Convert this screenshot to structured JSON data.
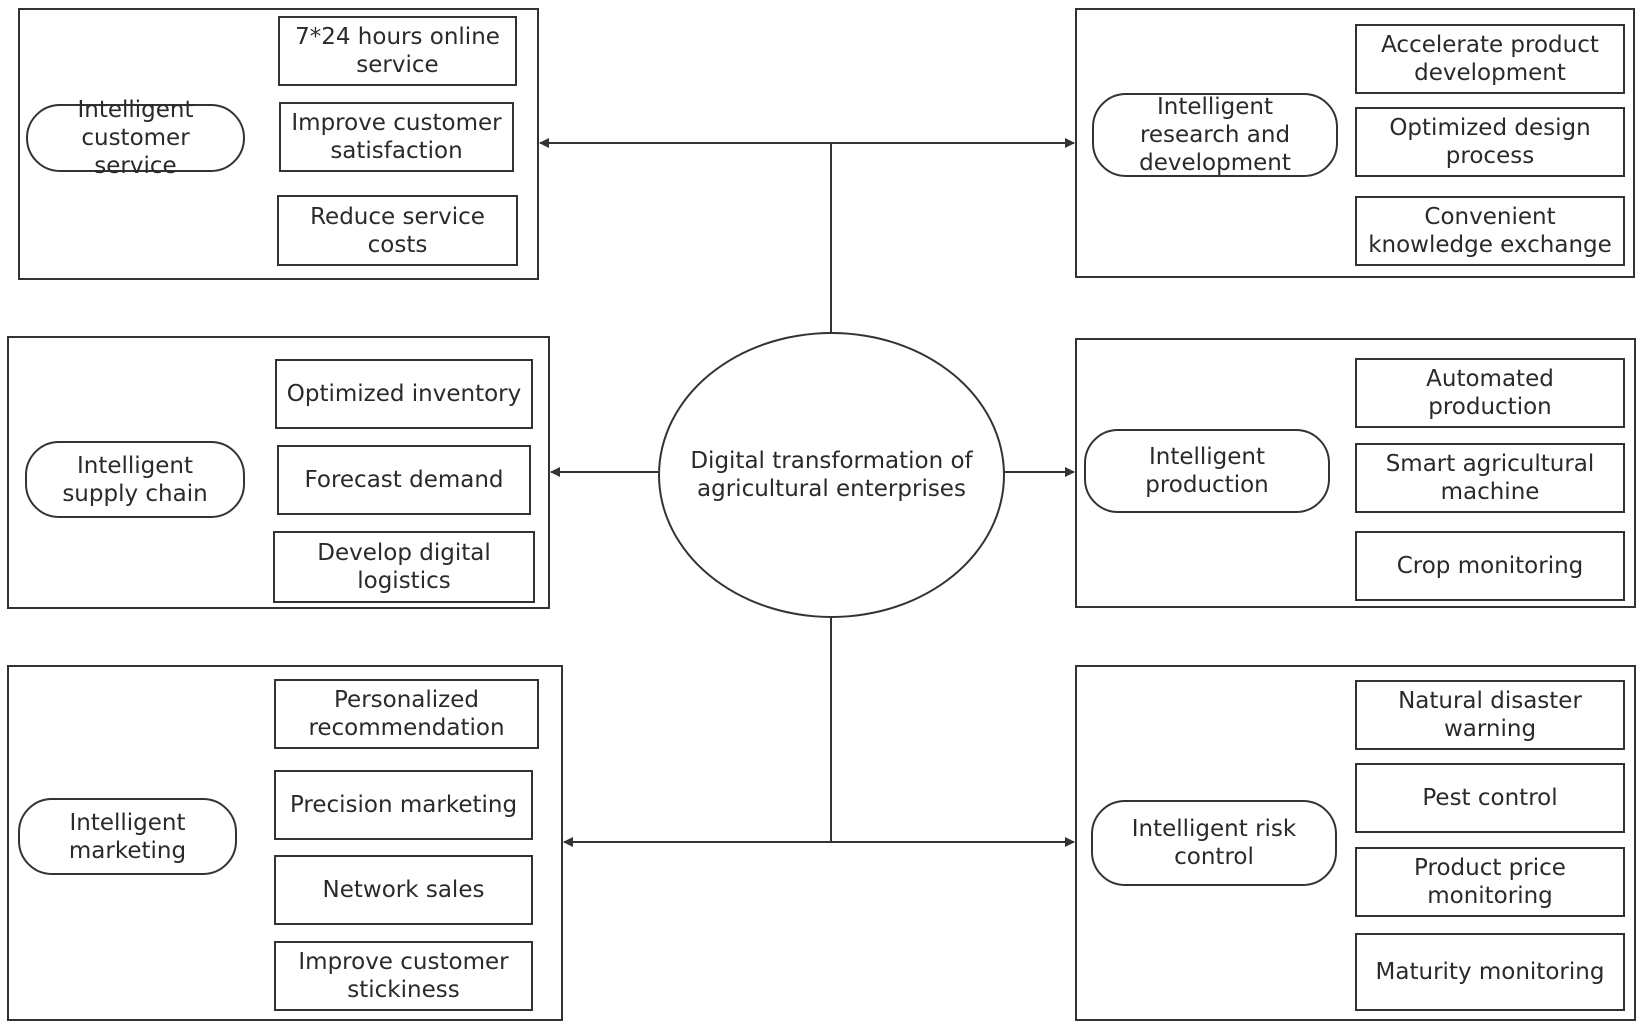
{
  "center": {
    "label": "Digital transformation of agricultural enterprises"
  },
  "groups": {
    "customer_service": {
      "title": "Intelligent customer service",
      "items": [
        "7*24 hours online service",
        "Improve customer satisfaction",
        "Reduce service costs"
      ]
    },
    "research": {
      "title": "Intelligent research and development",
      "items": [
        "Accelerate product development",
        "Optimized design process",
        "Convenient knowledge exchange"
      ]
    },
    "supply_chain": {
      "title": "Intelligent supply chain",
      "items": [
        "Optimized inventory",
        "Forecast demand",
        "Develop digital logistics"
      ]
    },
    "production": {
      "title": "Intelligent production",
      "items": [
        "Automated production",
        "Smart agricultural machine",
        "Crop monitoring"
      ]
    },
    "marketing": {
      "title": "Intelligent marketing",
      "items": [
        "Personalized recommendation",
        "Precision marketing",
        "Network sales",
        "Improve customer stickiness"
      ]
    },
    "risk_control": {
      "title": "Intelligent risk control",
      "items": [
        "Natural disaster warning",
        "Pest control",
        "Product price monitoring",
        "Maturity monitoring"
      ]
    }
  },
  "colors": {
    "stroke": "#333333",
    "text": "#2a2a2a",
    "background": "#ffffff"
  }
}
